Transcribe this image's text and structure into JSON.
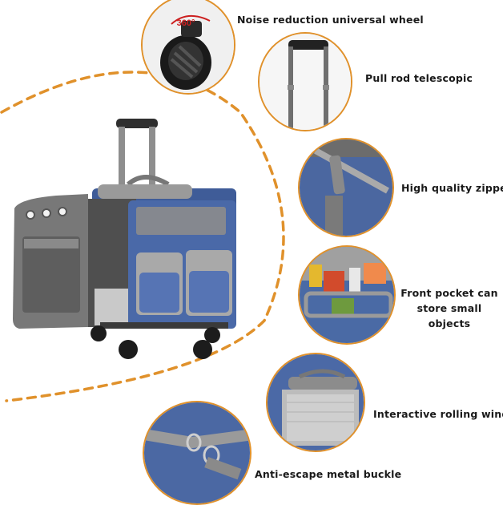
{
  "accent_color": "#e0912b",
  "product": {
    "icon": "pet-carrier-trolley",
    "body_color": "#4a69a8"
  },
  "features": [
    {
      "icon": "wheel-360-icon",
      "badge": "360°",
      "label": "Noise reduction universal wheel"
    },
    {
      "icon": "telescopic-handle-icon",
      "label": "Pull rod telescopic"
    },
    {
      "icon": "zipper-icon",
      "label": "High quality zipper"
    },
    {
      "icon": "front-pocket-icon",
      "label_line1": "Front pocket can",
      "label_line2": "store small objects"
    },
    {
      "icon": "rolling-window-icon",
      "label": "Interactive rolling window"
    },
    {
      "icon": "metal-buckle-icon",
      "label": "Anti-escape metal buckle"
    }
  ]
}
